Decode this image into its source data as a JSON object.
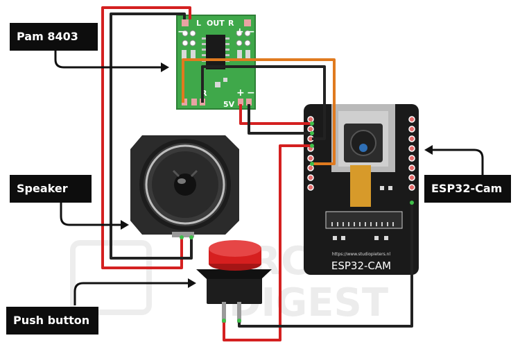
{
  "labels": {
    "pam": "Pam 8403",
    "speaker": "Speaker",
    "esp": "ESP32-Cam",
    "button": "Push button"
  },
  "pam_board": {
    "top_left": "L",
    "top_mid": "OUT",
    "top_right": "R",
    "bottom_left": "R",
    "bottom_right": "5V"
  },
  "esp_board": {
    "name": "ESP32-CAM",
    "url": "https://www.studiopieters.nl"
  },
  "colors": {
    "wire_red": "#d42020",
    "wire_black": "#222222",
    "wire_orange": "#e07a1f",
    "pcb_green": "#3fa84a",
    "button_red": "#d61f1f",
    "label_bg": "#0d0d0d"
  }
}
